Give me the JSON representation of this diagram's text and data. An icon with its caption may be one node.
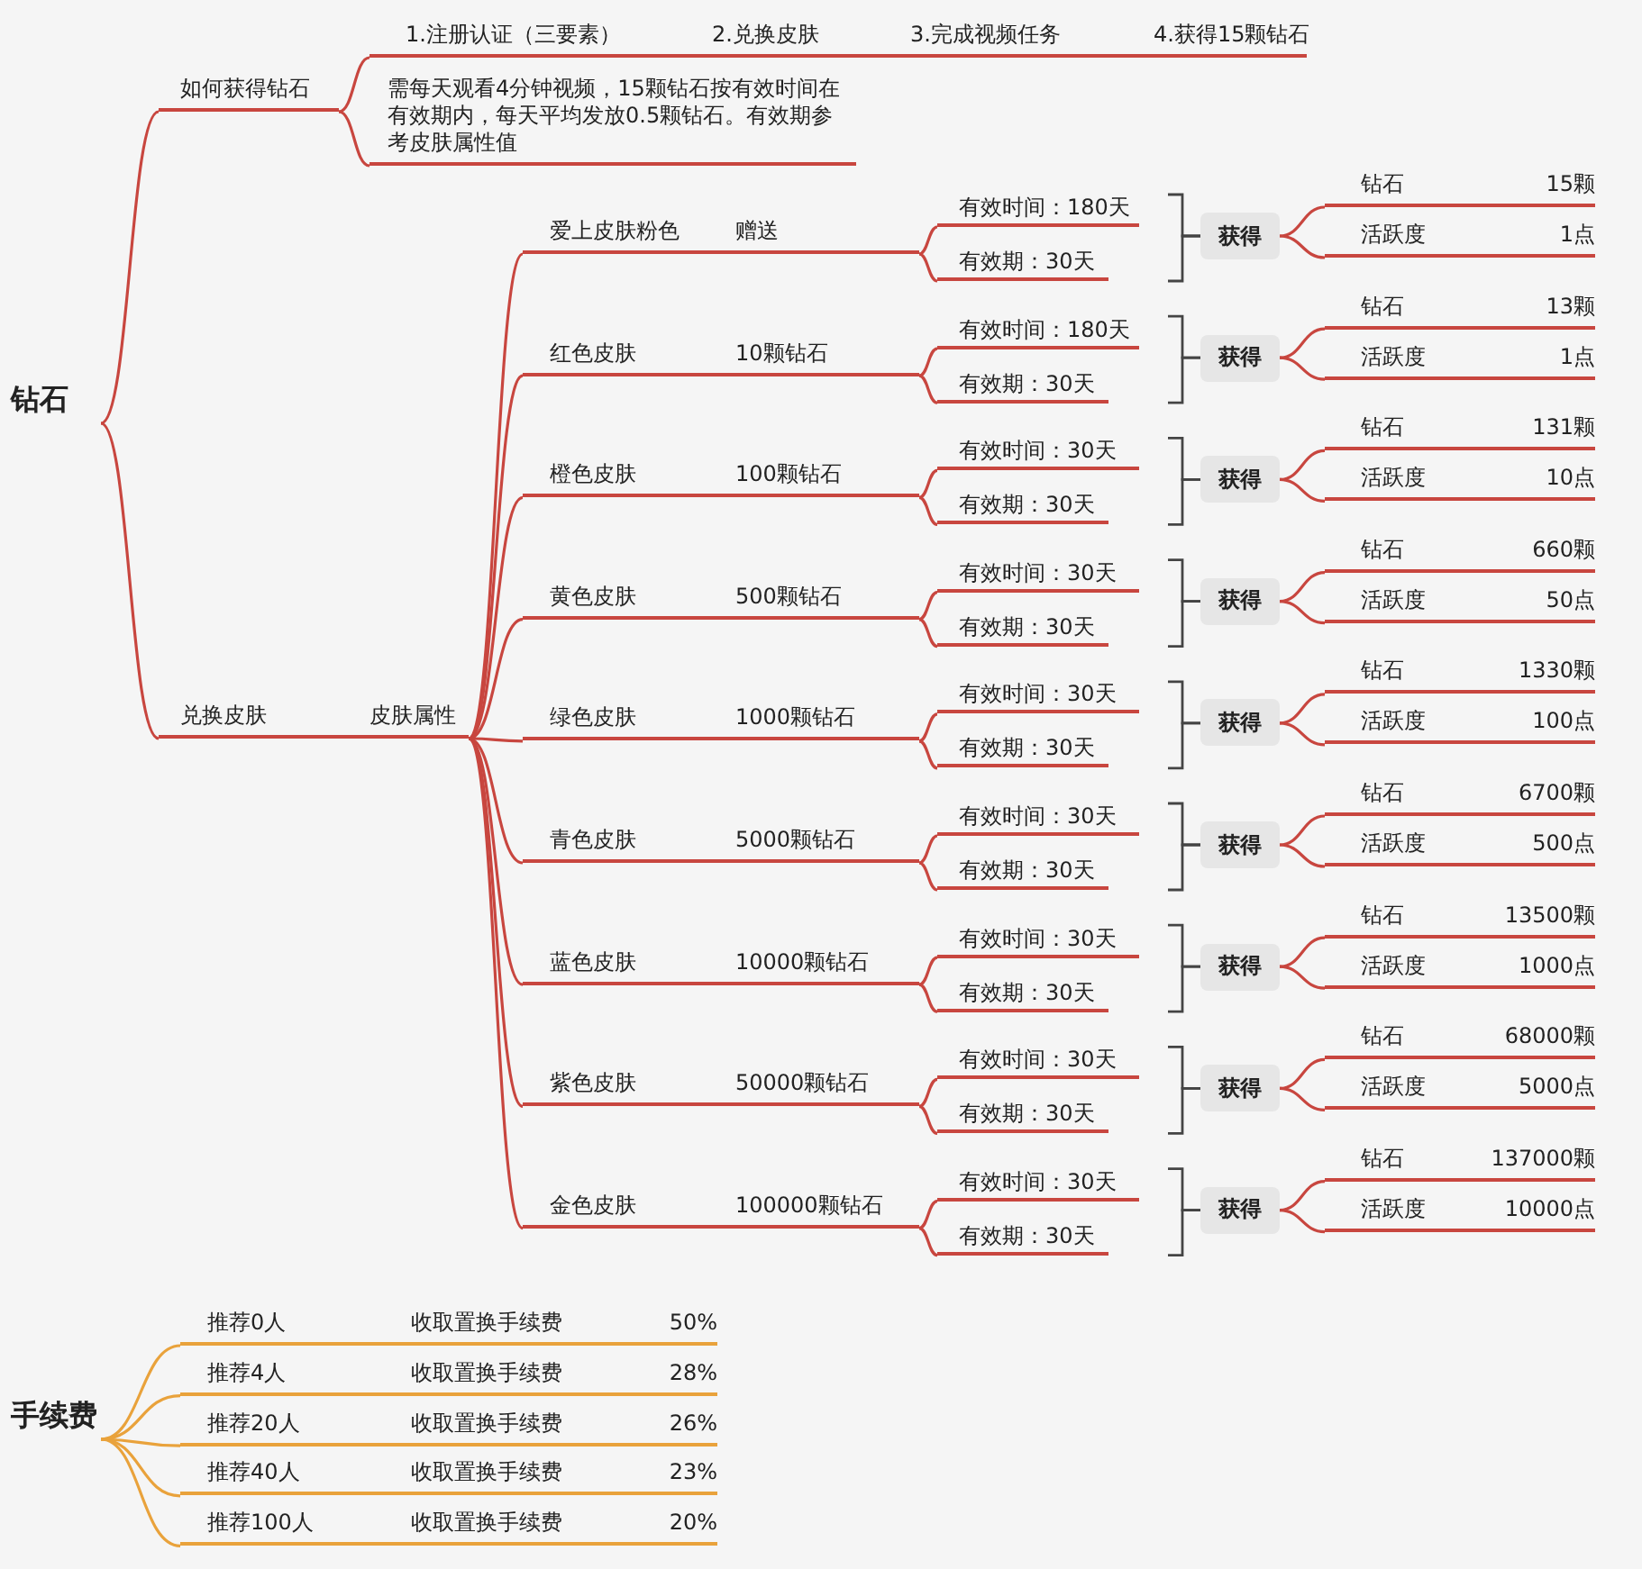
{
  "diagram": {
    "nodes": [
      {
        "text": [
          "钻石"
        ]
      },
      {
        "text": [
          "如何获得钻石"
        ]
      },
      {
        "text": [
          "1.注册认证（三要素）",
          "2.兑换皮肤",
          "3.完成视频任务",
          "4.获得15颗钻石"
        ]
      },
      {
        "text": [
          "需每天观看4分钟视频，15颗钻石按有效时间在有效期内，每天平均发放0.5颗钻石。有效期参考皮肤属性值"
        ]
      },
      {
        "text": [
          "兑换皮肤",
          "皮肤属性"
        ]
      },
      {
        "text": [
          "爱上皮肤粉色",
          "赠送"
        ]
      },
      {
        "text": [
          "有效时间：180天"
        ]
      },
      {
        "text": [
          "有效期：30天"
        ]
      },
      {
        "text": [
          "获得"
        ]
      },
      {
        "text": [
          "钻石",
          "15颗"
        ]
      },
      {
        "text": [
          "活跃度",
          "1点"
        ]
      },
      {
        "text": [
          "红色皮肤",
          "10颗钻石"
        ]
      },
      {
        "text": [
          "有效时间：180天"
        ]
      },
      {
        "text": [
          "有效期：30天"
        ]
      },
      {
        "text": [
          "获得"
        ]
      },
      {
        "text": [
          "钻石",
          "13颗"
        ]
      },
      {
        "text": [
          "活跃度",
          "1点"
        ]
      },
      {
        "text": [
          "橙色皮肤",
          "100颗钻石"
        ]
      },
      {
        "text": [
          "有效时间：30天"
        ]
      },
      {
        "text": [
          "有效期：30天"
        ]
      },
      {
        "text": [
          "获得"
        ]
      },
      {
        "text": [
          "钻石",
          "131颗"
        ]
      },
      {
        "text": [
          "活跃度",
          "10点"
        ]
      },
      {
        "text": [
          "黄色皮肤",
          "500颗钻石"
        ]
      },
      {
        "text": [
          "有效时间：30天"
        ]
      },
      {
        "text": [
          "有效期：30天"
        ]
      },
      {
        "text": [
          "获得"
        ]
      },
      {
        "text": [
          "钻石",
          "660颗"
        ]
      },
      {
        "text": [
          "活跃度",
          "50点"
        ]
      },
      {
        "text": [
          "绿色皮肤",
          "1000颗钻石"
        ]
      },
      {
        "text": [
          "有效时间：30天"
        ]
      },
      {
        "text": [
          "有效期：30天"
        ]
      },
      {
        "text": [
          "获得"
        ]
      },
      {
        "text": [
          "钻石",
          "1330颗"
        ]
      },
      {
        "text": [
          "活跃度",
          "100点"
        ]
      },
      {
        "text": [
          "青色皮肤",
          "5000颗钻石"
        ]
      },
      {
        "text": [
          "有效时间：30天"
        ]
      },
      {
        "text": [
          "有效期：30天"
        ]
      },
      {
        "text": [
          "获得"
        ]
      },
      {
        "text": [
          "钻石",
          "6700颗"
        ]
      },
      {
        "text": [
          "活跃度",
          "500点"
        ]
      },
      {
        "text": [
          "蓝色皮肤",
          "10000颗钻石"
        ]
      },
      {
        "text": [
          "有效时间：30天"
        ]
      },
      {
        "text": [
          "有效期：30天"
        ]
      },
      {
        "text": [
          "获得"
        ]
      },
      {
        "text": [
          "钻石",
          "13500颗"
        ]
      },
      {
        "text": [
          "活跃度",
          "1000点"
        ]
      },
      {
        "text": [
          "紫色皮肤",
          "50000颗钻石"
        ]
      },
      {
        "text": [
          "有效时间：30天"
        ]
      },
      {
        "text": [
          "有效期：30天"
        ]
      },
      {
        "text": [
          "获得"
        ]
      },
      {
        "text": [
          "钻石",
          "68000颗"
        ]
      },
      {
        "text": [
          "活跃度",
          "5000点"
        ]
      },
      {
        "text": [
          "金色皮肤",
          "100000颗钻石"
        ]
      },
      {
        "text": [
          "有效时间：30天"
        ]
      },
      {
        "text": [
          "有效期：30天"
        ]
      },
      {
        "text": [
          "获得"
        ]
      },
      {
        "text": [
          "钻石",
          "137000颗"
        ]
      },
      {
        "text": [
          "活跃度",
          "10000点"
        ]
      },
      {
        "text": [
          "手续费"
        ]
      },
      {
        "text": [
          "推荐0人",
          "收取置换手续费",
          "50%"
        ]
      },
      {
        "text": [
          "推荐4人",
          "收取置换手续费",
          "28%"
        ]
      },
      {
        "text": [
          "推荐20人",
          "收取置换手续费",
          "26%"
        ]
      },
      {
        "text": [
          "推荐40人",
          "收取置换手续费",
          "23%"
        ]
      },
      {
        "text": [
          "推荐100人",
          "收取置换手续费",
          "20%"
        ]
      }
    ],
    "edges": [
      {
        "from": 0,
        "to": 1,
        "arrow": "none"
      },
      {
        "from": 0,
        "to": 4,
        "arrow": "none"
      },
      {
        "from": 1,
        "to": 2,
        "arrow": "none"
      },
      {
        "from": 1,
        "to": 3,
        "arrow": "none"
      },
      {
        "from": 4,
        "to": 5,
        "arrow": "none"
      },
      {
        "from": 5,
        "to": 6,
        "arrow": "none"
      },
      {
        "from": 5,
        "to": 7,
        "arrow": "none"
      },
      {
        "from": 6,
        "to": 8,
        "arrow": "none",
        "color": "#444444"
      },
      {
        "from": 7,
        "to": 8,
        "arrow": "none",
        "color": "#444444"
      },
      {
        "from": 8,
        "to": 9,
        "arrow": "none"
      },
      {
        "from": 8,
        "to": 10,
        "arrow": "none"
      },
      {
        "from": 4,
        "to": 11,
        "arrow": "none"
      },
      {
        "from": 11,
        "to": 12,
        "arrow": "none"
      },
      {
        "from": 11,
        "to": 13,
        "arrow": "none"
      },
      {
        "from": 12,
        "to": 14,
        "arrow": "none",
        "color": "#444444"
      },
      {
        "from": 13,
        "to": 14,
        "arrow": "none",
        "color": "#444444"
      },
      {
        "from": 14,
        "to": 15,
        "arrow": "none"
      },
      {
        "from": 14,
        "to": 16,
        "arrow": "none"
      },
      {
        "from": 4,
        "to": 17,
        "arrow": "none"
      },
      {
        "from": 17,
        "to": 18,
        "arrow": "none"
      },
      {
        "from": 17,
        "to": 19,
        "arrow": "none"
      },
      {
        "from": 18,
        "to": 20,
        "arrow": "none",
        "color": "#444444"
      },
      {
        "from": 19,
        "to": 20,
        "arrow": "none",
        "color": "#444444"
      },
      {
        "from": 20,
        "to": 21,
        "arrow": "none"
      },
      {
        "from": 20,
        "to": 22,
        "arrow": "none"
      },
      {
        "from": 4,
        "to": 23,
        "arrow": "none"
      },
      {
        "from": 23,
        "to": 24,
        "arrow": "none"
      },
      {
        "from": 23,
        "to": 25,
        "arrow": "none"
      },
      {
        "from": 24,
        "to": 26,
        "arrow": "none",
        "color": "#444444"
      },
      {
        "from": 25,
        "to": 26,
        "arrow": "none",
        "color": "#444444"
      },
      {
        "from": 26,
        "to": 27,
        "arrow": "none"
      },
      {
        "from": 26,
        "to": 28,
        "arrow": "none"
      },
      {
        "from": 4,
        "to": 29,
        "arrow": "none"
      },
      {
        "from": 29,
        "to": 30,
        "arrow": "none"
      },
      {
        "from": 29,
        "to": 31,
        "arrow": "none"
      },
      {
        "from": 30,
        "to": 32,
        "arrow": "none",
        "color": "#444444"
      },
      {
        "from": 31,
        "to": 32,
        "arrow": "none",
        "color": "#444444"
      },
      {
        "from": 32,
        "to": 33,
        "arrow": "none"
      },
      {
        "from": 32,
        "to": 34,
        "arrow": "none"
      },
      {
        "from": 4,
        "to": 35,
        "arrow": "none"
      },
      {
        "from": 35,
        "to": 36,
        "arrow": "none"
      },
      {
        "from": 35,
        "to": 37,
        "arrow": "none"
      },
      {
        "from": 36,
        "to": 38,
        "arrow": "none",
        "color": "#444444"
      },
      {
        "from": 37,
        "to": 38,
        "arrow": "none",
        "color": "#444444"
      },
      {
        "from": 38,
        "to": 39,
        "arrow": "none"
      },
      {
        "from": 38,
        "to": 40,
        "arrow": "none"
      },
      {
        "from": 4,
        "to": 41,
        "arrow": "none"
      },
      {
        "from": 41,
        "to": 42,
        "arrow": "none"
      },
      {
        "from": 41,
        "to": 43,
        "arrow": "none"
      },
      {
        "from": 42,
        "to": 44,
        "arrow": "none",
        "color": "#444444"
      },
      {
        "from": 43,
        "to": 44,
        "arrow": "none",
        "color": "#444444"
      },
      {
        "from": 44,
        "to": 45,
        "arrow": "none"
      },
      {
        "from": 44,
        "to": 46,
        "arrow": "none"
      },
      {
        "from": 4,
        "to": 47,
        "arrow": "none"
      },
      {
        "from": 47,
        "to": 48,
        "arrow": "none"
      },
      {
        "from": 47,
        "to": 49,
        "arrow": "none"
      },
      {
        "from": 48,
        "to": 50,
        "arrow": "none",
        "color": "#444444"
      },
      {
        "from": 49,
        "to": 50,
        "arrow": "none",
        "color": "#444444"
      },
      {
        "from": 50,
        "to": 51,
        "arrow": "none"
      },
      {
        "from": 50,
        "to": 52,
        "arrow": "none"
      },
      {
        "from": 4,
        "to": 53,
        "arrow": "none"
      },
      {
        "from": 53,
        "to": 54,
        "arrow": "none"
      },
      {
        "from": 53,
        "to": 55,
        "arrow": "none"
      },
      {
        "from": 54,
        "to": 56,
        "arrow": "none",
        "color": "#444444"
      },
      {
        "from": 55,
        "to": 56,
        "arrow": "none",
        "color": "#444444"
      },
      {
        "from": 56,
        "to": 57,
        "arrow": "none"
      },
      {
        "from": 56,
        "to": 58,
        "arrow": "none"
      },
      {
        "from": 59,
        "to": 60,
        "arrow": "none",
        "color": "#e9a23b"
      },
      {
        "from": 59,
        "to": 61,
        "arrow": "none",
        "color": "#e9a23b"
      },
      {
        "from": 59,
        "to": 62,
        "arrow": "none",
        "color": "#e9a23b"
      },
      {
        "from": 59,
        "to": 63,
        "arrow": "none",
        "color": "#e9a23b"
      },
      {
        "from": 59,
        "to": 64,
        "arrow": "none",
        "color": "#e9a23b"
      }
    ]
  }
}
